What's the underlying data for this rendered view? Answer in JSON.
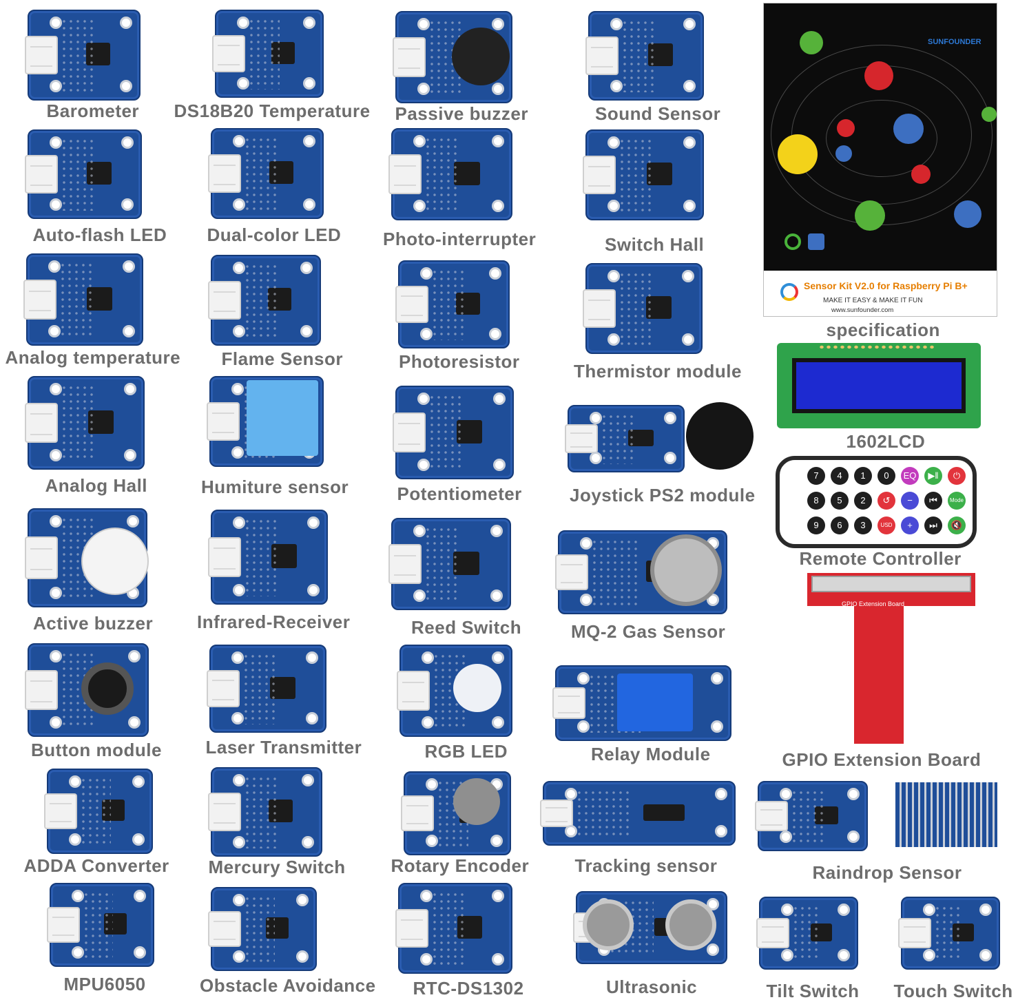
{
  "modules": [
    {
      "name": "Barometer"
    },
    {
      "name": "DS18B20 Temperature"
    },
    {
      "name": "Passive buzzer"
    },
    {
      "name": "Sound Sensor"
    },
    {
      "name": "Auto-flash LED"
    },
    {
      "name": "Dual-color LED"
    },
    {
      "name": "Photo-interrupter"
    },
    {
      "name": "Switch Hall"
    },
    {
      "name": "Analog temperature"
    },
    {
      "name": "Flame Sensor"
    },
    {
      "name": "Photoresistor"
    },
    {
      "name": "Thermistor module"
    },
    {
      "name": "Analog Hall"
    },
    {
      "name": "Humiture sensor"
    },
    {
      "name": "Potentiometer"
    },
    {
      "name": "Joystick PS2 module"
    },
    {
      "name": "Active buzzer"
    },
    {
      "name": "Infrared-Receiver"
    },
    {
      "name": "Reed Switch"
    },
    {
      "name": "MQ-2 Gas Sensor"
    },
    {
      "name": "Button module"
    },
    {
      "name": "Laser Transmitter"
    },
    {
      "name": "RGB LED"
    },
    {
      "name": "Relay Module"
    },
    {
      "name": "ADDA Converter"
    },
    {
      "name": "Mercury Switch"
    },
    {
      "name": "Rotary Encoder"
    },
    {
      "name": "Tracking sensor"
    },
    {
      "name": "MPU6050"
    },
    {
      "name": "Obstacle Avoidance"
    },
    {
      "name": "RTC-DS1302"
    },
    {
      "name": "Ultrasonic"
    },
    {
      "name": "Tilt Switch"
    },
    {
      "name": "Touch Switch"
    },
    {
      "name": "Raindrop Sensor"
    },
    {
      "name": "specification"
    },
    {
      "name": "1602LCD"
    },
    {
      "name": "Remote Controller"
    },
    {
      "name": "GPIO Extension Board"
    }
  ],
  "poster": {
    "brand": "SUNFOUNDER",
    "title": "Sensor Kit V2.0 for Raspberry Pi B+",
    "tagline": "MAKE IT EASY & MAKE IT FUN",
    "url": "www.sunfounder.com"
  },
  "gpio_board_label": "GPIO Extension Board",
  "remote_keys": [
    "7",
    "4",
    "1",
    "0",
    "EQ",
    "▶‖",
    "⏻",
    "8",
    "5",
    "2",
    "↺",
    "−",
    "⏮",
    "Mode",
    "9",
    "6",
    "3",
    "USD",
    "+",
    "⏭",
    "🔇"
  ],
  "colors": {
    "board": "#1f4e99",
    "label": "#6d6d6d",
    "lcd_pcb": "#2fa34b",
    "gpio_pcb": "#d9262e"
  }
}
